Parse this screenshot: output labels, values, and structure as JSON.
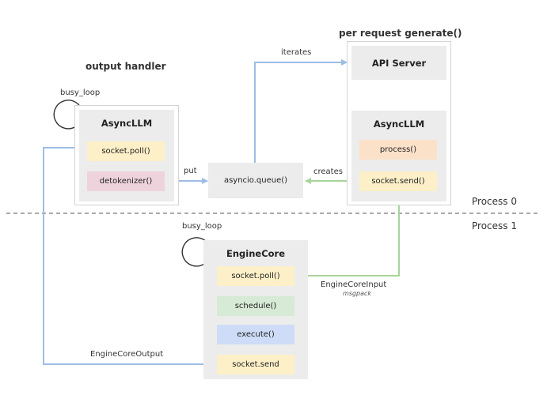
{
  "titles": {
    "output_handler": "output handler",
    "per_request": "per request generate()"
  },
  "processes": {
    "p0": "Process 0",
    "p1": "Process 1"
  },
  "output_handler": {
    "loop_label": "busy_loop",
    "card_title": "AsyncLLM",
    "poll": "socket.poll()",
    "detok": "detokenizer()"
  },
  "queue": {
    "label": "asyncio.queue()"
  },
  "api": {
    "server": "API Server",
    "card_title": "AsyncLLM",
    "process": "process()",
    "send": "socket.send()"
  },
  "engine": {
    "loop_label": "busy_loop",
    "card_title": "EngineCore",
    "poll": "socket.poll()",
    "schedule": "schedule()",
    "execute": "execute()",
    "send": "socket.send"
  },
  "edges": {
    "put": "put",
    "iterates": "iterates",
    "creates": "creates",
    "input": "EngineCoreInput",
    "input_sub": "msgpack",
    "output": "EngineCoreOutput"
  },
  "colors": {
    "blue_arrow": "#9dbde6",
    "green_arrow": "#a9d49a"
  }
}
